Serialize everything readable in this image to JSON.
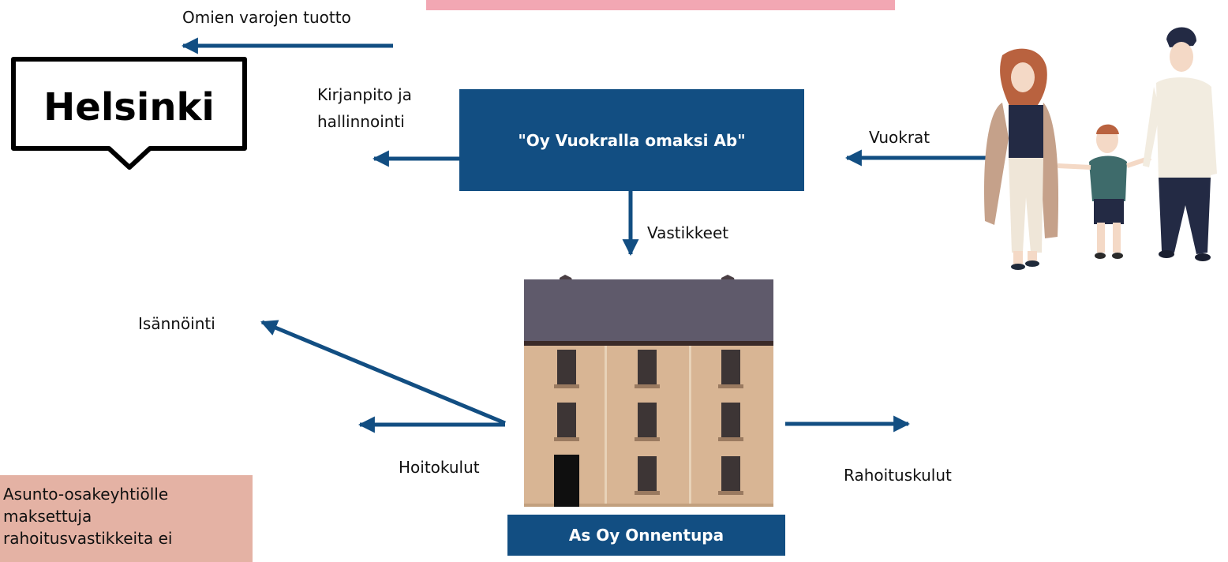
{
  "labels": {
    "own_funds_return": "Omien varojen tuotto",
    "accounting_line1": "Kirjanpito ja",
    "accounting_line2": "hallinnointi",
    "rents": "Vuokrat",
    "fees": "Vastikkeet",
    "property_management": "Isännöinti",
    "maintenance_costs": "Hoitokulut",
    "financing_costs": "Rahoituskulut"
  },
  "boxes": {
    "company": "\"Oy Vuokralla omaksi Ab\"",
    "housing_company": "As Oy Onnentupa"
  },
  "logo": {
    "text": "Helsinki"
  },
  "note": {
    "line1": "Asunto-osakeyhtiölle",
    "line2": "maksettuja",
    "line3": "rahoitusvastikkeita ei"
  },
  "colors": {
    "arrow": "#124e82",
    "box": "#124e82",
    "note_bg": "#e4b2a4",
    "top_banner": "#f2a7b3",
    "roof": "#5f5a6b",
    "facade": "#d8b594"
  }
}
